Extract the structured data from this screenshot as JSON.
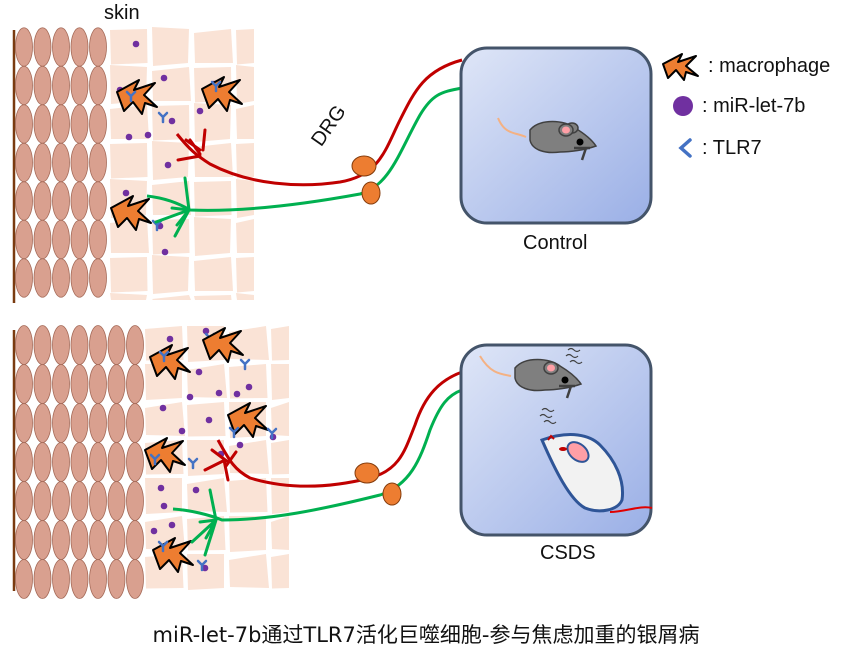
{
  "labels": {
    "skin": "skin",
    "drg": "DRG",
    "control": "Control",
    "csds": "CSDS"
  },
  "legend": [
    {
      "icon": "macrophage-icon",
      "label": ": macrophage"
    },
    {
      "icon": "mir-let-7b-dot-icon",
      "label": ": miR-let-7b"
    },
    {
      "icon": "tlr7-receptor-icon",
      "label": ": TLR7"
    }
  ],
  "caption": "miR-let-7b通过TLR7活化巨噬细胞-参与焦虑加重的银屑病",
  "colors": {
    "keratinocyte": "#d9a08f",
    "keratinocyte_stroke": "#a56a58",
    "dermis": "#fae3d6",
    "basement": "#7a3b10",
    "macrophage": "#ed7d31",
    "mirna": "#7030a0",
    "tlr7": "#4472c4",
    "nerve_red": "#c00000",
    "nerve_green": "#00b050",
    "drg": "#ed7d31",
    "box_stroke": "#44546a",
    "box_fill_start": "#dde4f6",
    "box_fill_end": "#9db1e6",
    "mouse_gray": "#7f7f7f",
    "mouse_white": "#f2f2f2",
    "mouse_white_stroke": "#2f5597"
  },
  "panels": [
    {
      "name": "control",
      "macrophages": 3,
      "stress": false
    },
    {
      "name": "csds",
      "macrophages": 5,
      "stress": true
    }
  ]
}
